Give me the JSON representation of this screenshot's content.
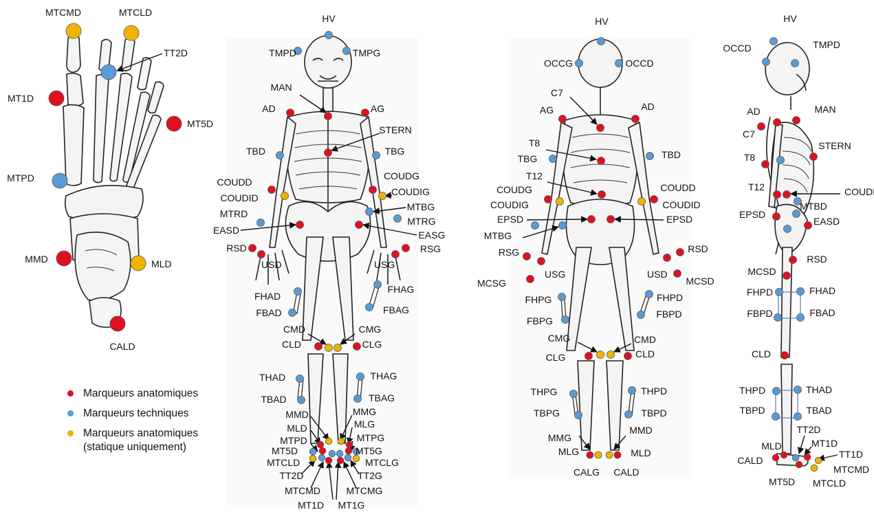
{
  "colors": {
    "anatomical": "#e01020",
    "technical": "#5b9bd5",
    "static": "#f0b400",
    "line": "#111111",
    "box": "#4a7fc0"
  },
  "legend": [
    {
      "label": "Marqueurs anatomiques",
      "color": "#e01020"
    },
    {
      "label": "Marqueurs techniques",
      "color": "#5b9bd5"
    },
    {
      "label": "Marqueurs anatomiques",
      "label2": "(statique uniquement)",
      "color": "#f0b400"
    }
  ],
  "foot_labels": {
    "mtcmd": "MTCMD",
    "mtcld": "MTCLD",
    "tt2d": "TT2D",
    "mt1d": "MT1D",
    "mt5d": "MT5D",
    "mtpd": "MTPD",
    "mmd": "MMD",
    "mld": "MLD",
    "cald": "CALD"
  },
  "front_labels": {
    "hv": "HV",
    "tmpd": "TMPD",
    "tmpg": "TMPG",
    "man": "MAN",
    "ad": "AD",
    "ag": "AG",
    "stern": "STERN",
    "tbd": "TBD",
    "tbg": "TBG",
    "coudd": "COUDD",
    "coudg": "COUDG",
    "coudid": "COUDID",
    "coudig": "COUDIG",
    "mtrd": "MTRD",
    "mtbg": "MTBG",
    "mtrg": "MTRG",
    "easd": "EASD",
    "easg": "EASG",
    "rsd": "RSD",
    "rsg": "RSG",
    "usd": "USD",
    "usg": "USG",
    "fhad": "FHAD",
    "fhag": "FHAG",
    "fbad": "FBAD",
    "fbag": "FBAG",
    "cmd": "CMD",
    "cmg": "CMG",
    "cld": "CLD",
    "clg": "CLG",
    "thad": "THAD",
    "thag": "THAG",
    "tbad": "TBAD",
    "tbag": "TBAG",
    "mmd": "MMD",
    "mmg": "MMG",
    "mld": "MLD",
    "mlg": "MLG",
    "mtpd": "MTPD",
    "mtpg": "MTPG",
    "mt5d": "MT5D",
    "mt5g": "MT5G",
    "mtcld": "MTCLD",
    "mtclg": "MTCLG",
    "tt2d": "TT2D",
    "tt2g": "TT2G",
    "mtcmd": "MTCMD",
    "mtcmg": "MTCMG",
    "mt1d": "MT1D",
    "mt1g": "MT1G"
  },
  "back_labels": {
    "hv": "HV",
    "occg": "OCCG",
    "occd": "OCCD",
    "c7": "C7",
    "ag": "AG",
    "ad": "AD",
    "t8": "T8",
    "tbg": "TBG",
    "tbd": "TBD",
    "t12": "T12",
    "coudg": "COUDG",
    "coudd": "COUDD",
    "coudig": "COUDIG",
    "coudid": "COUDID",
    "epsd_l": "EPSD",
    "epsd_r": "EPSD",
    "mtbg": "MTBG",
    "rsg": "RSG",
    "rsd": "RSD",
    "usg": "USG",
    "usd": "USD",
    "mcsg": "MCSG",
    "mcsd": "MCSD",
    "fhpg": "FHPG",
    "fhpd": "FHPD",
    "fbpg": "FBPG",
    "fbpd": "FBPD",
    "cmg": "CMG",
    "cmd": "CMD",
    "clg": "CLG",
    "cld": "CLD",
    "thpg": "THPG",
    "thpd": "THPD",
    "tbpg": "TBPG",
    "tbpd": "TBPD",
    "mmg": "MMG",
    "mmd": "MMD",
    "mlg": "MLG",
    "mld": "MLD",
    "calg": "CALG",
    "cald": "CALD"
  },
  "side_labels": {
    "hv": "HV",
    "occd": "OCCD",
    "tmpd": "TMPD",
    "ad": "AD",
    "man": "MAN",
    "c7": "C7",
    "stern": "STERN",
    "t8": "T8",
    "t12": "T12",
    "coudd": "COUDD",
    "mtbd": "MTBD",
    "epsd": "EPSD",
    "easd": "EASD",
    "rsd": "RSD",
    "mcsd": "MCSD",
    "fhpd": "FHPD",
    "fhad": "FHAD",
    "fbpd": "FBPD",
    "fbad": "FBAD",
    "cld": "CLD",
    "thpd": "THPD",
    "thad": "THAD",
    "tbpd": "TBPD",
    "tbad": "TBAD",
    "tt2d": "TT2D",
    "mld": "MLD",
    "mt1d": "MT1D",
    "tt1d": "TT1D",
    "cald": "CALD",
    "mtcmd": "MTCMD",
    "mt5d": "MT5D",
    "mtcld": "MTCLD"
  }
}
